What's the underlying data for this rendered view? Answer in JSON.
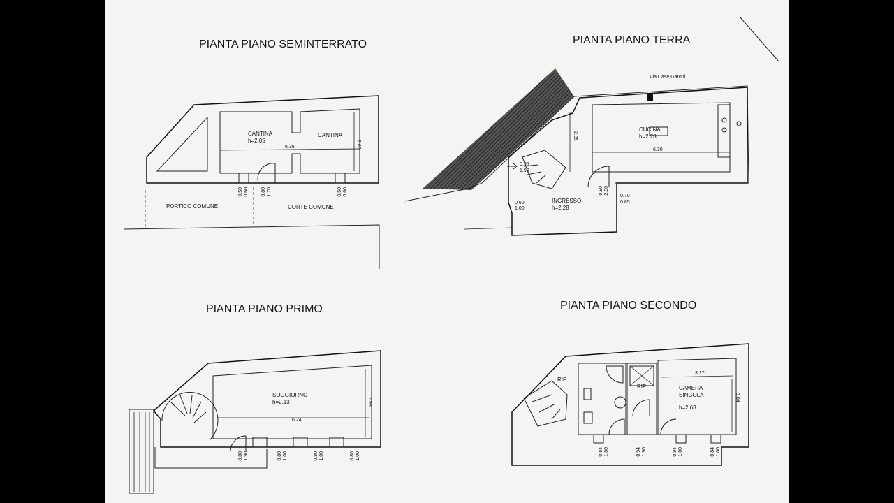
{
  "titles": {
    "seminterrato": "PIANTA PIANO SEMINTERRATO",
    "terra": "PIANTA PIANO TERRA",
    "primo": "PIANTA PIANO PRIMO",
    "secondo": "PIANTA PIANO SECONDO"
  },
  "seminterrato": {
    "cantina1": "CANTINA",
    "cantina1_h": "h=2.05",
    "cantina2": "CANTINA",
    "length": "6.36",
    "depth": "2.60",
    "portico": "PORTICO COMUNE",
    "corte": "CORTE COMUNE",
    "win1_a": "0.50",
    "win1_b": "0.60",
    "door_a": "0.80",
    "door_b": "1.70",
    "win2_a": "0.50",
    "win2_b": "0.60"
  },
  "terra": {
    "street": "Via Case Garoni",
    "cucina": "CUCINA",
    "cucina_h": "h=2.28",
    "cucina_len": "6.30",
    "cucina_dep": "2.85",
    "stair_a": "0.95",
    "stair_b": "1.90",
    "ingresso": "INGRESSO",
    "ingresso_h": "h=2.28",
    "door_a": "0.90",
    "door_b": "2.00",
    "win_a": "0.70",
    "win_b": "0.85",
    "win2_a": "0.60",
    "win2_b": "1.00"
  },
  "primo": {
    "soggiorno": "SOGGIORNO",
    "soggiorno_h": "h=2.13",
    "len": "6.24",
    "dep": "2.98",
    "w1_a": "0.80",
    "w1_b": "1.90",
    "w2_a": "0.80",
    "w2_b": "1.00",
    "w3_a": "0.80",
    "w3_b": "1.00",
    "w4_a": "0.80",
    "w4_b": "1.00"
  },
  "secondo": {
    "rip1": "RIP.",
    "rip2": "RIP.",
    "camera1": "CAMERA",
    "camera2": "SINGOLA",
    "camera_h": "h=2.63",
    "len": "3.17",
    "dep": "3.04",
    "w1_a": "0.84",
    "w1_b": "1.00",
    "w2_a": "0.94",
    "w2_b": "1.90",
    "w3_a": "0.94",
    "w3_b": "1.00",
    "w4_a": "0.84",
    "w4_b": "1.00"
  }
}
